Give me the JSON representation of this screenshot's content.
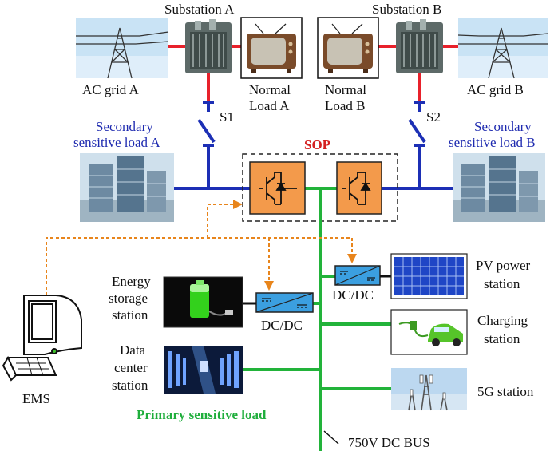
{
  "labels": {
    "substation_a": "Substation A",
    "substation_b": "Substation B",
    "ac_grid_a": "AC grid A",
    "ac_grid_b": "AC grid B",
    "normal_load_a_line1": "Normal",
    "normal_load_a_line2": "Load A",
    "normal_load_b_line1": "Normal",
    "normal_load_b_line2": "Load B",
    "s1": "S1",
    "s2": "S2",
    "secondary_a_line1": "Secondary",
    "secondary_a_line2": "sensitive load A",
    "secondary_b_line1": "Secondary",
    "secondary_b_line2": "sensitive load B",
    "sop": "SOP",
    "energy_storage_line1": "Energy",
    "energy_storage_line2": "storage",
    "energy_storage_line3": "station",
    "dcdc_left": "DC/DC",
    "dcdc_right": "DC/DC",
    "pv_line1": "PV power",
    "pv_line2": "station",
    "charging_line1": "Charging",
    "charging_line2": "station",
    "data_center_line1": "Data",
    "data_center_line2": "center",
    "data_center_line3": "station",
    "g5_station": "5G station",
    "ems": "EMS",
    "primary_load": "Primary sensitive load",
    "dc_bus": "750V DC BUS"
  },
  "colors": {
    "ac_line": "#e8212b",
    "secondary_line": "#1c2fb5",
    "dc_bus": "#22b33a",
    "control_line": "#e8851c",
    "converter": "#f39a4b",
    "dcdc": "#3b9fe0"
  },
  "icons": [
    "transmission-tower-icon",
    "transformer-icon",
    "television-icon",
    "office-building-icon",
    "battery-icon",
    "solar-panel-icon",
    "electric-car-icon",
    "server-room-icon",
    "cell-tower-icon",
    "computer-icon"
  ]
}
